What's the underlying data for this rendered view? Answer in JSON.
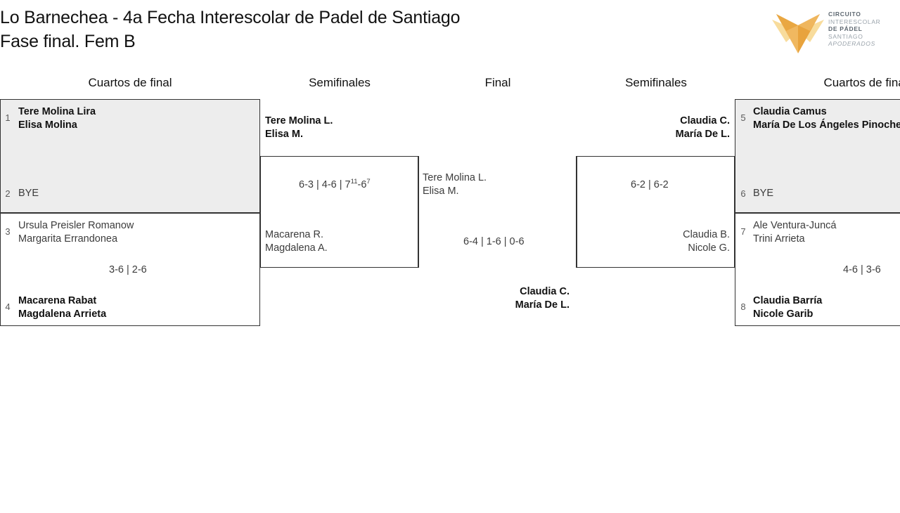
{
  "header": {
    "title_line1": "Lo Barnechea - 4a Fecha Interescolar de Padel de Santiago",
    "title_line2": "Fase final. Fem B"
  },
  "logo": {
    "line1": "CIRCUITO",
    "line2": "INTERESCOLAR",
    "line3": "DE PÁDEL",
    "line4": "SANTIAGO",
    "line5": "APODERADOS",
    "mark_color_dark": "#e8a33d",
    "mark_color_mid": "#f0b860",
    "mark_color_light": "#f8dc9c"
  },
  "rounds": {
    "qf_left": "Cuartos de final",
    "sf_left": "Semifinales",
    "final": "Final",
    "sf_right": "Semifinales",
    "qf_right": "Cuartos de final"
  },
  "matches": {
    "qf1": {
      "seed_top": "1",
      "team_top_line1": "Tere Molina Lira",
      "team_top_line2": "Elisa Molina",
      "seed_bottom": "2",
      "team_bottom_line1": "BYE",
      "score": ""
    },
    "qf2": {
      "seed_top": "3",
      "team_top_line1": "Ursula Preisler Romanow",
      "team_top_line2": "Margarita Errandonea",
      "seed_bottom": "4",
      "team_bottom_line1": "Macarena Rabat",
      "team_bottom_line2": "Magdalena Arrieta",
      "score": "3-6 | 2-6"
    },
    "qf3": {
      "seed_top": "5",
      "team_top_line1": "Claudia Camus",
      "team_top_line2": "María De Los Ángeles Pinochet",
      "seed_bottom": "6",
      "team_bottom_line1": "BYE",
      "score": ""
    },
    "qf4": {
      "seed_top": "7",
      "team_top_line1": "Ale Ventura-Juncá",
      "team_top_line2": "Trini Arrieta",
      "seed_bottom": "8",
      "team_bottom_line1": "Claudia Barría",
      "team_bottom_line2": "Nicole Garib",
      "score": "4-6 | 3-6"
    },
    "sf1": {
      "team_top_line1": "Tere Molina L.",
      "team_top_line2": "Elisa M.",
      "team_bottom_line1": "Macarena R.",
      "team_bottom_line2": "Magdalena A.",
      "score_p1": "6-3 | 4-6 | 7",
      "score_sup1": "11",
      "score_p2": "-6",
      "score_sup2": "7"
    },
    "sf2": {
      "team_top_line1": "Claudia C.",
      "team_top_line2": "María De L.",
      "team_bottom_line1": "Claudia B.",
      "team_bottom_line2": "Nicole G.",
      "score": "6-2 | 6-2"
    },
    "final": {
      "team_top_line1": "Tere Molina L.",
      "team_top_line2": "Elisa M.",
      "team_bottom_line1": "Claudia C.",
      "team_bottom_line2": "María De L.",
      "score": "6-4 | 1-6 | 0-6"
    },
    "champion": {
      "line1": "Claudia C.",
      "line2": "María De L."
    }
  }
}
